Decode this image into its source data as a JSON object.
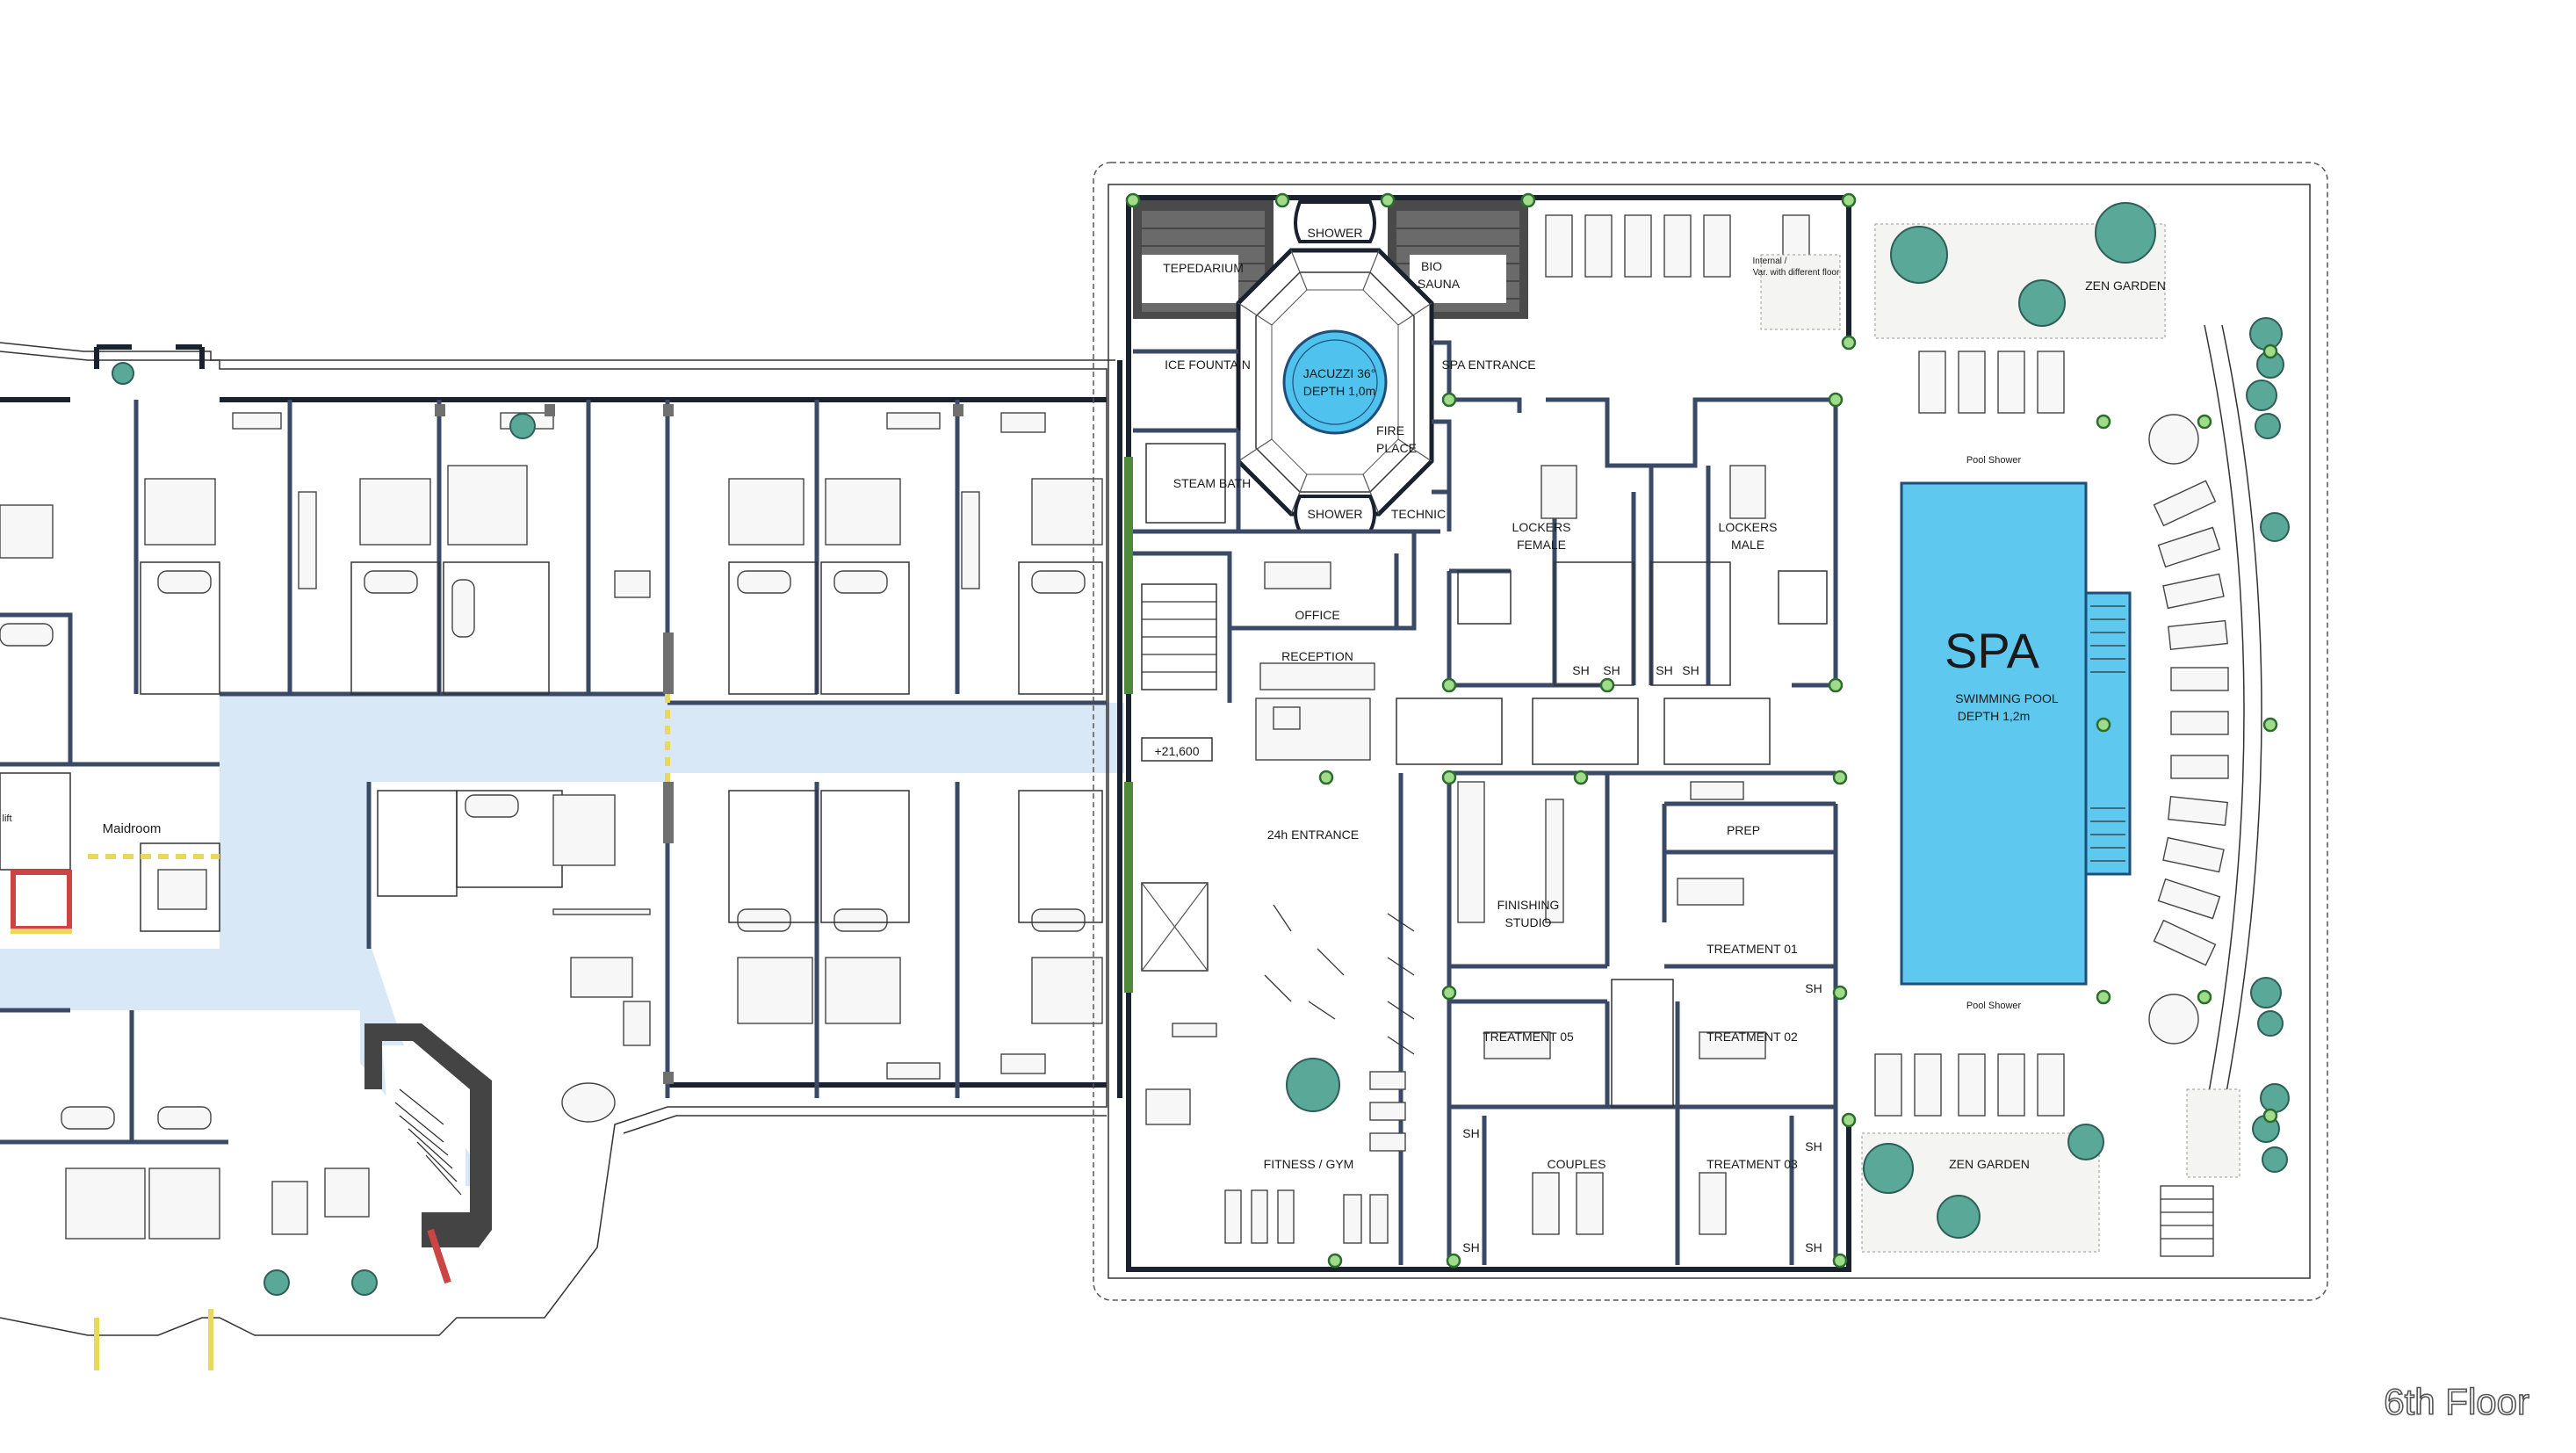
{
  "floor_label": "6th Floor",
  "spa": {
    "title": "SPA",
    "pool_label_line1": "SWIMMING POOL",
    "pool_label_line2": "DEPTH 1,2m",
    "pool_shower_top": "Pool Shower",
    "pool_shower_bottom": "Pool Shower",
    "jacuzzi_line1": "JACUZZI 36°",
    "jacuzzi_line2": "DEPTH 1,0m"
  },
  "rooms": {
    "tepedarium": "TEPEDARIUM",
    "shower_top": "SHOWER",
    "shower_bottom": "SHOWER",
    "bio": "BIO",
    "sauna": "SAUNA",
    "ice_fountain": "ICE FOUNTAIN",
    "spa_entrance": "SPA ENTRANCE",
    "fire": "FIRE",
    "place": "PLACE",
    "steam_bath": "STEAM BATH",
    "technic": "TECHNIC",
    "office": "OFFICE",
    "reception": "RECEPTION",
    "level": "+21,600",
    "entrance_24h": "24h ENTRANCE",
    "lockers_female_1": "LOCKERS",
    "lockers_female_2": "FEMALE",
    "lockers_male_1": "LOCKERS",
    "lockers_male_2": "MALE",
    "sh": "SH",
    "finishing_1": "FINISHING",
    "finishing_2": "STUDIO",
    "prep": "PREP",
    "treatment_01": "TREATMENT 01",
    "treatment_02": "TREATMENT 02",
    "treatment_03": "TREATMENT 03",
    "treatment_05": "TREATMENT 05",
    "couples": "COUPLES",
    "fitness": "FITNESS / GYM",
    "zen_garden_top": "ZEN GARDEN",
    "zen_garden_bottom": "ZEN GARDEN",
    "maidroom": "Maidroom",
    "lift": "lift",
    "internal_1": "Internal /",
    "internal_2": "Var. with different floor"
  },
  "colors": {
    "corridor": "#d9e8f6",
    "pool": "#5ec8ef",
    "wall": "#1a2230",
    "plant": "#5aa898",
    "column": "#9fdc8a"
  }
}
